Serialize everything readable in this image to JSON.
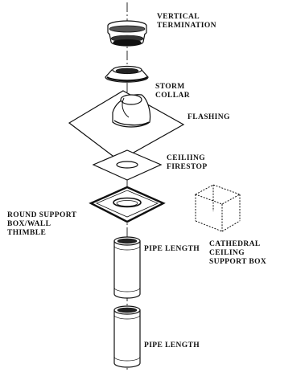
{
  "diagram": {
    "labels": {
      "vertical_termination": [
        "VERTICAL",
        "TERMINATION"
      ],
      "storm_collar": [
        "STORM",
        "COLLAR"
      ],
      "flashing": [
        "FLASHING"
      ],
      "ceiling_firestop": [
        "CEILIING",
        "FIRESTOP"
      ],
      "round_support_box": [
        "ROUND SUPPORT",
        "BOX/WALL",
        "THIMBLE"
      ],
      "cathedral_box": [
        "CATHEDRAL",
        "CEILING",
        "SUPPORT BOX"
      ],
      "pipe_length_upper": [
        "PIPE LENGTH"
      ],
      "pipe_length_lower": [
        "PIPE LENGTH"
      ]
    },
    "line_color": "#111111",
    "background": "#ffffff"
  }
}
